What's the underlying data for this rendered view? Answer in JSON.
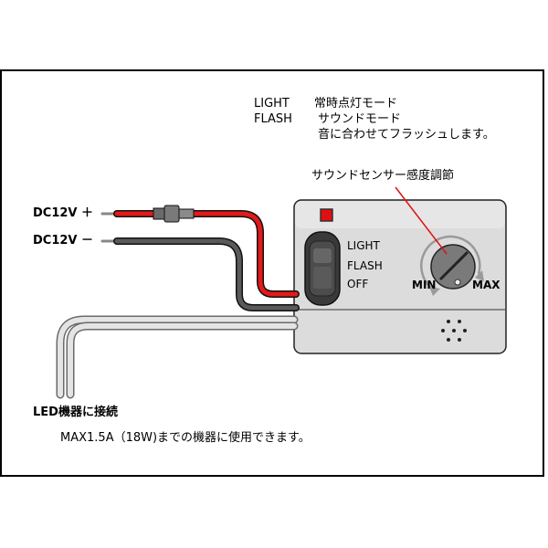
{
  "mode_notes": {
    "light_label": "LIGHT",
    "light_desc": "常時点灯モード",
    "flash_label": "FLASH",
    "flash_desc": "サウンドモード",
    "flash_desc2": "音に合わせてフラッシュします。"
  },
  "sensor_label": "サウンドセンサー感度調節",
  "inputs": {
    "positive": "DC12V ＋",
    "negative": "DC12V －"
  },
  "switch": {
    "positions": [
      "LIGHT",
      "FLASH",
      "OFF"
    ]
  },
  "dial": {
    "min_label": "MIN",
    "max_label": "MAX"
  },
  "output": {
    "title": "LED機器に接続",
    "note": "MAX1.5A（18W)までの機器に使用できます。"
  },
  "colors": {
    "positive_wire": "#e21a1a",
    "negative_wire": "#444444",
    "output_wire": "#cfcfcf",
    "housing": "#dedede",
    "led": "#e01010"
  }
}
